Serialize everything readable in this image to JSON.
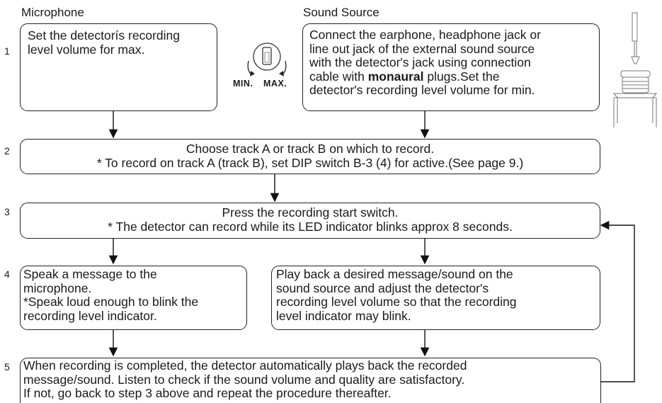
{
  "headers": {
    "microphone": "Microphone",
    "sound_source": "Sound Source"
  },
  "steps": [
    "1",
    "2",
    "3",
    "4",
    "5"
  ],
  "step1": {
    "mic": "Set the detectorís recording\nlevel volume for max.",
    "source_pre": "Connect the earphone, headphone jack or\nline out jack of the external sound source\nwith the detector's jack using connection\ncable with ",
    "source_bold": "monaural",
    "source_post": " plugs.Set the\ndetector's recording level volume for min."
  },
  "dial": {
    "min_label": "MIN.",
    "max_label": "MAX."
  },
  "step2": {
    "line1": "Choose track A or track B on which to record.",
    "line2": "* To record on track A (track B), set DIP switch B-3 (4) for active.(See page 9.)"
  },
  "step3": {
    "line1": "Press the recording start switch.",
    "line2": "* The detector can record while its LED indicator blinks approx 8 seconds."
  },
  "step4": {
    "mic": "Speak a message to the\nmicrophone.\n*Speak loud enough to blink the\n recording level indicator.",
    "source": "Play back a desired message/sound on the\nsound source and adjust the detector's\nrecording level volume so that the recording\nlevel indicator may blink."
  },
  "step5": {
    "text": "When recording is completed, the detector automatically plays back the recorded\nmessage/sound. Listen to check if the sound volume and quality are satisfactory.\nIf not, go back to step 3 above and repeat the procedure thereafter."
  }
}
